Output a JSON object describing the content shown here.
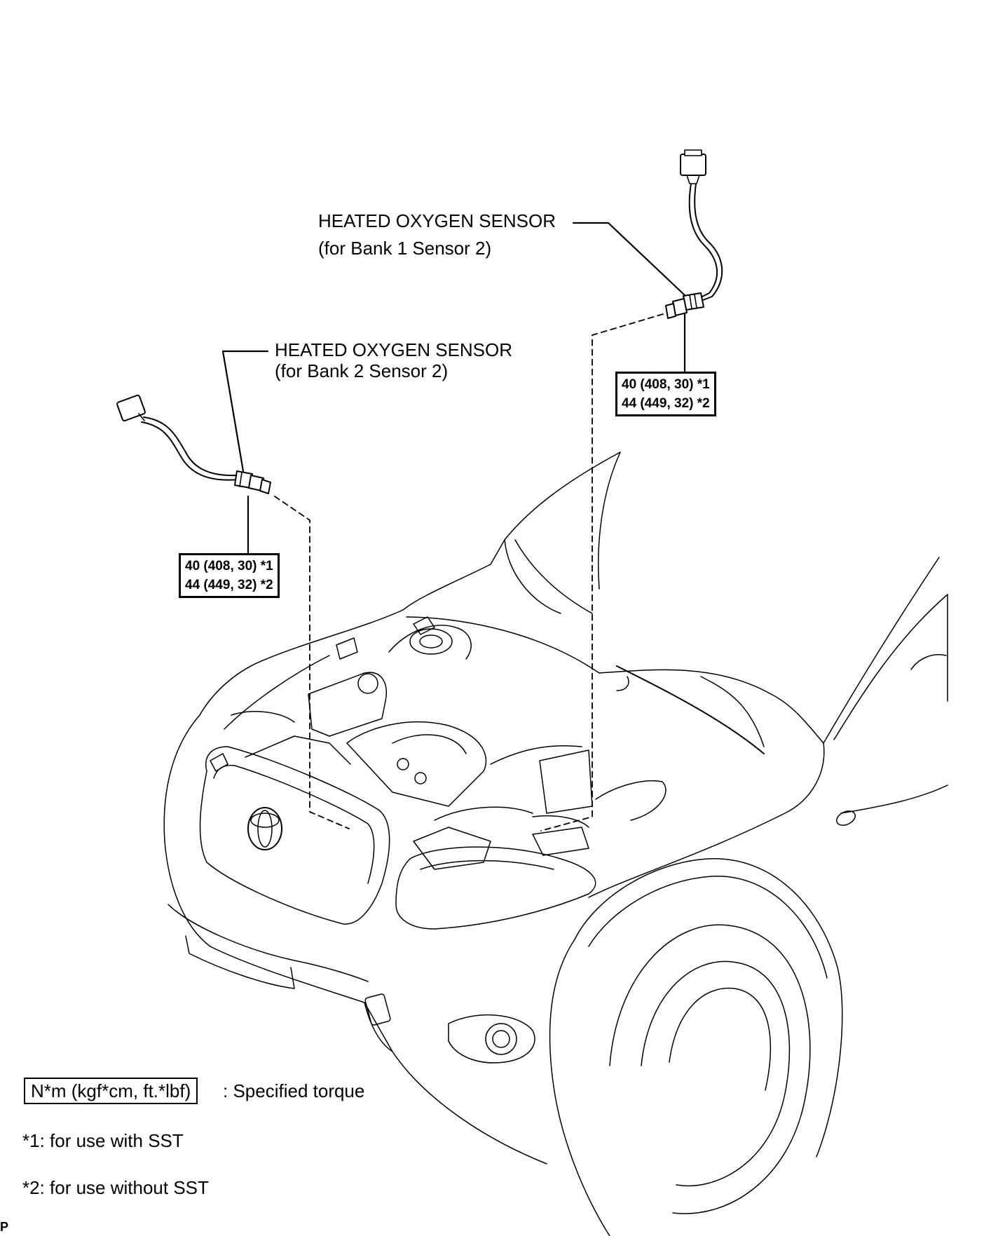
{
  "sensor_bank1": {
    "name": "HEATED OXYGEN SENSOR",
    "detail": "(for Bank 1 Sensor 2)",
    "torque_line1": "40 (408, 30) *1",
    "torque_line2": "44 (449, 32) *2"
  },
  "sensor_bank2": {
    "name": "HEATED OXYGEN SENSOR",
    "detail": "(for Bank 2 Sensor 2)",
    "torque_line1": "40 (408, 30) *1",
    "torque_line2": "44 (449, 32) *2"
  },
  "legend": {
    "torque_unit": "N*m (kgf*cm, ft.*lbf)",
    "torque_desc": ": Specified torque",
    "note1": "*1: for use with SST",
    "note2": "*2: for use without SST"
  },
  "page_code": "P"
}
